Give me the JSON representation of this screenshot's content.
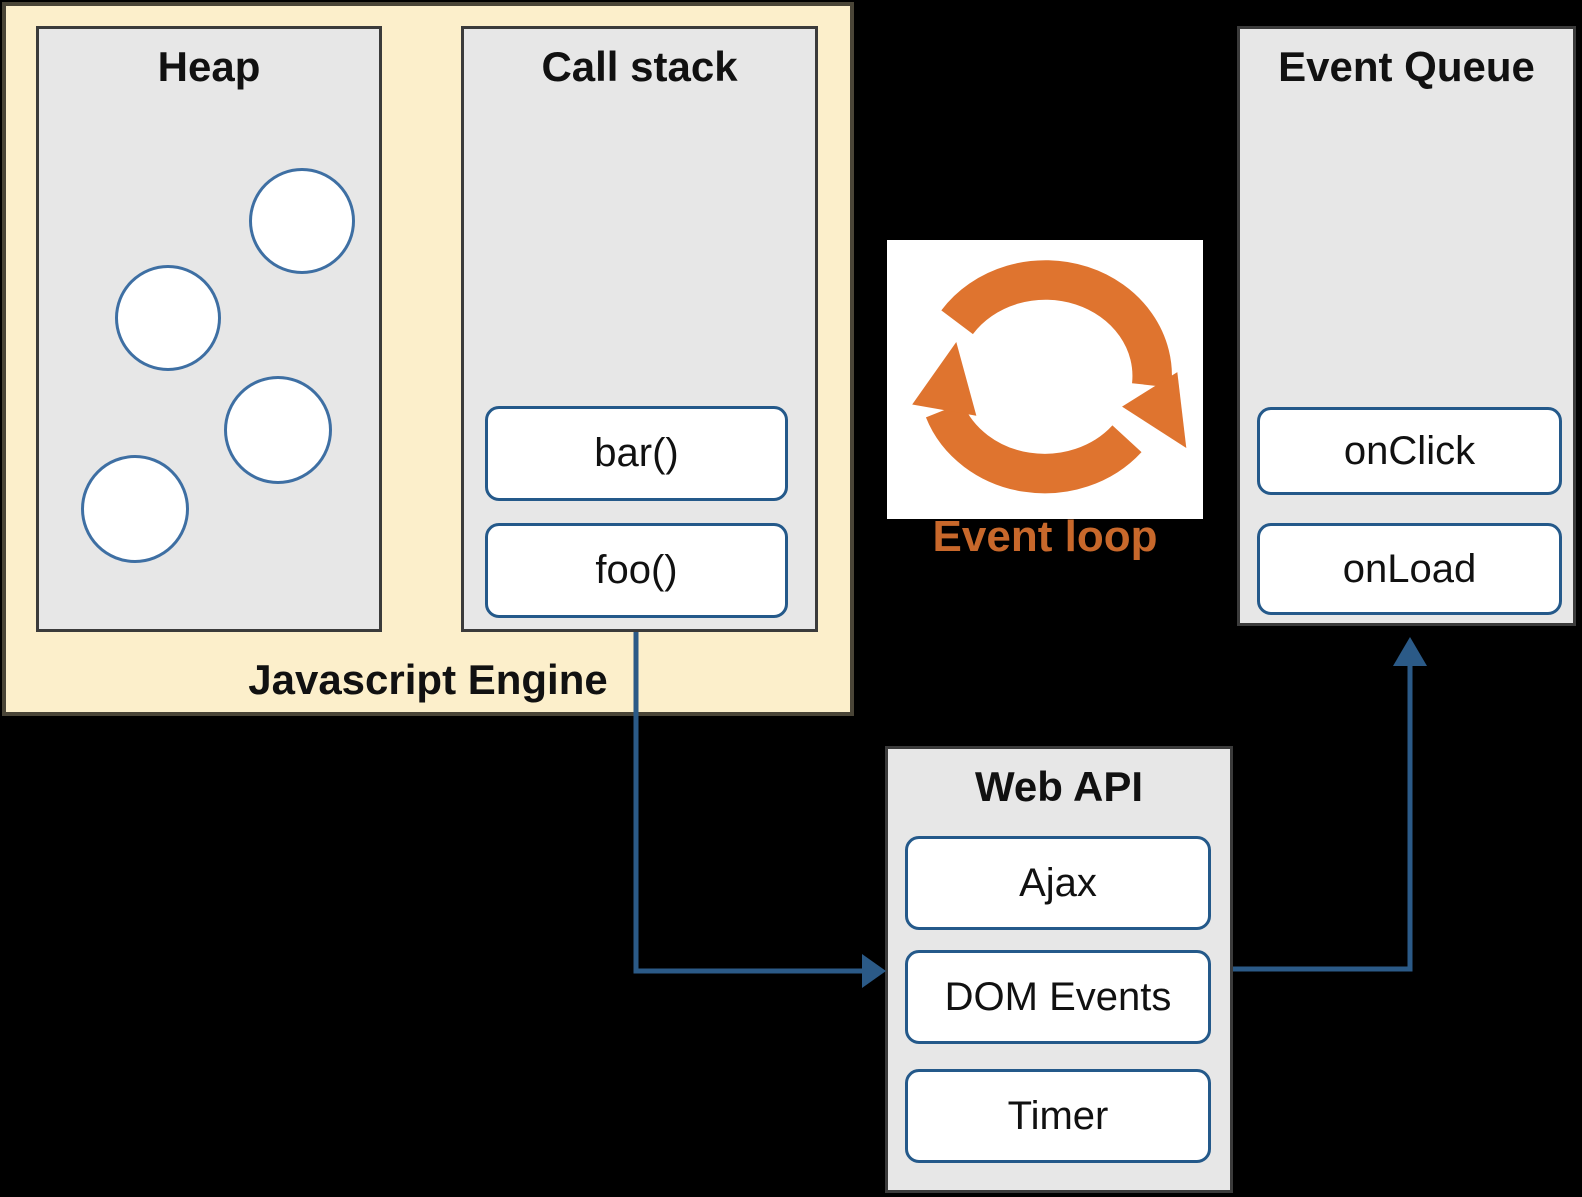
{
  "colors": {
    "background": "#000000",
    "engine_fill": "#FCEFCB",
    "engine_border": "#4A4537",
    "panel_fill": "#E7E7E7",
    "panel_border": "#3B3B3B",
    "chip_border": "#24598A",
    "circle_border": "#3E6FA3",
    "arrow_blue": "#2B5A87",
    "orange_icon": "#DF742F",
    "orange_text": "#C8682B"
  },
  "engine": {
    "label": "Javascript Engine",
    "heap": {
      "title": "Heap",
      "circle_count": 4
    },
    "call_stack": {
      "title": "Call stack",
      "frames": [
        "bar()",
        "foo()"
      ]
    }
  },
  "event_loop": {
    "label": "Event loop",
    "icon": "cycle-arrows-icon"
  },
  "event_queue": {
    "title": "Event Queue",
    "events": [
      "onClick",
      "onLoad"
    ]
  },
  "web_api": {
    "title": "Web API",
    "apis": [
      "Ajax",
      "DOM Events",
      "Timer"
    ]
  }
}
